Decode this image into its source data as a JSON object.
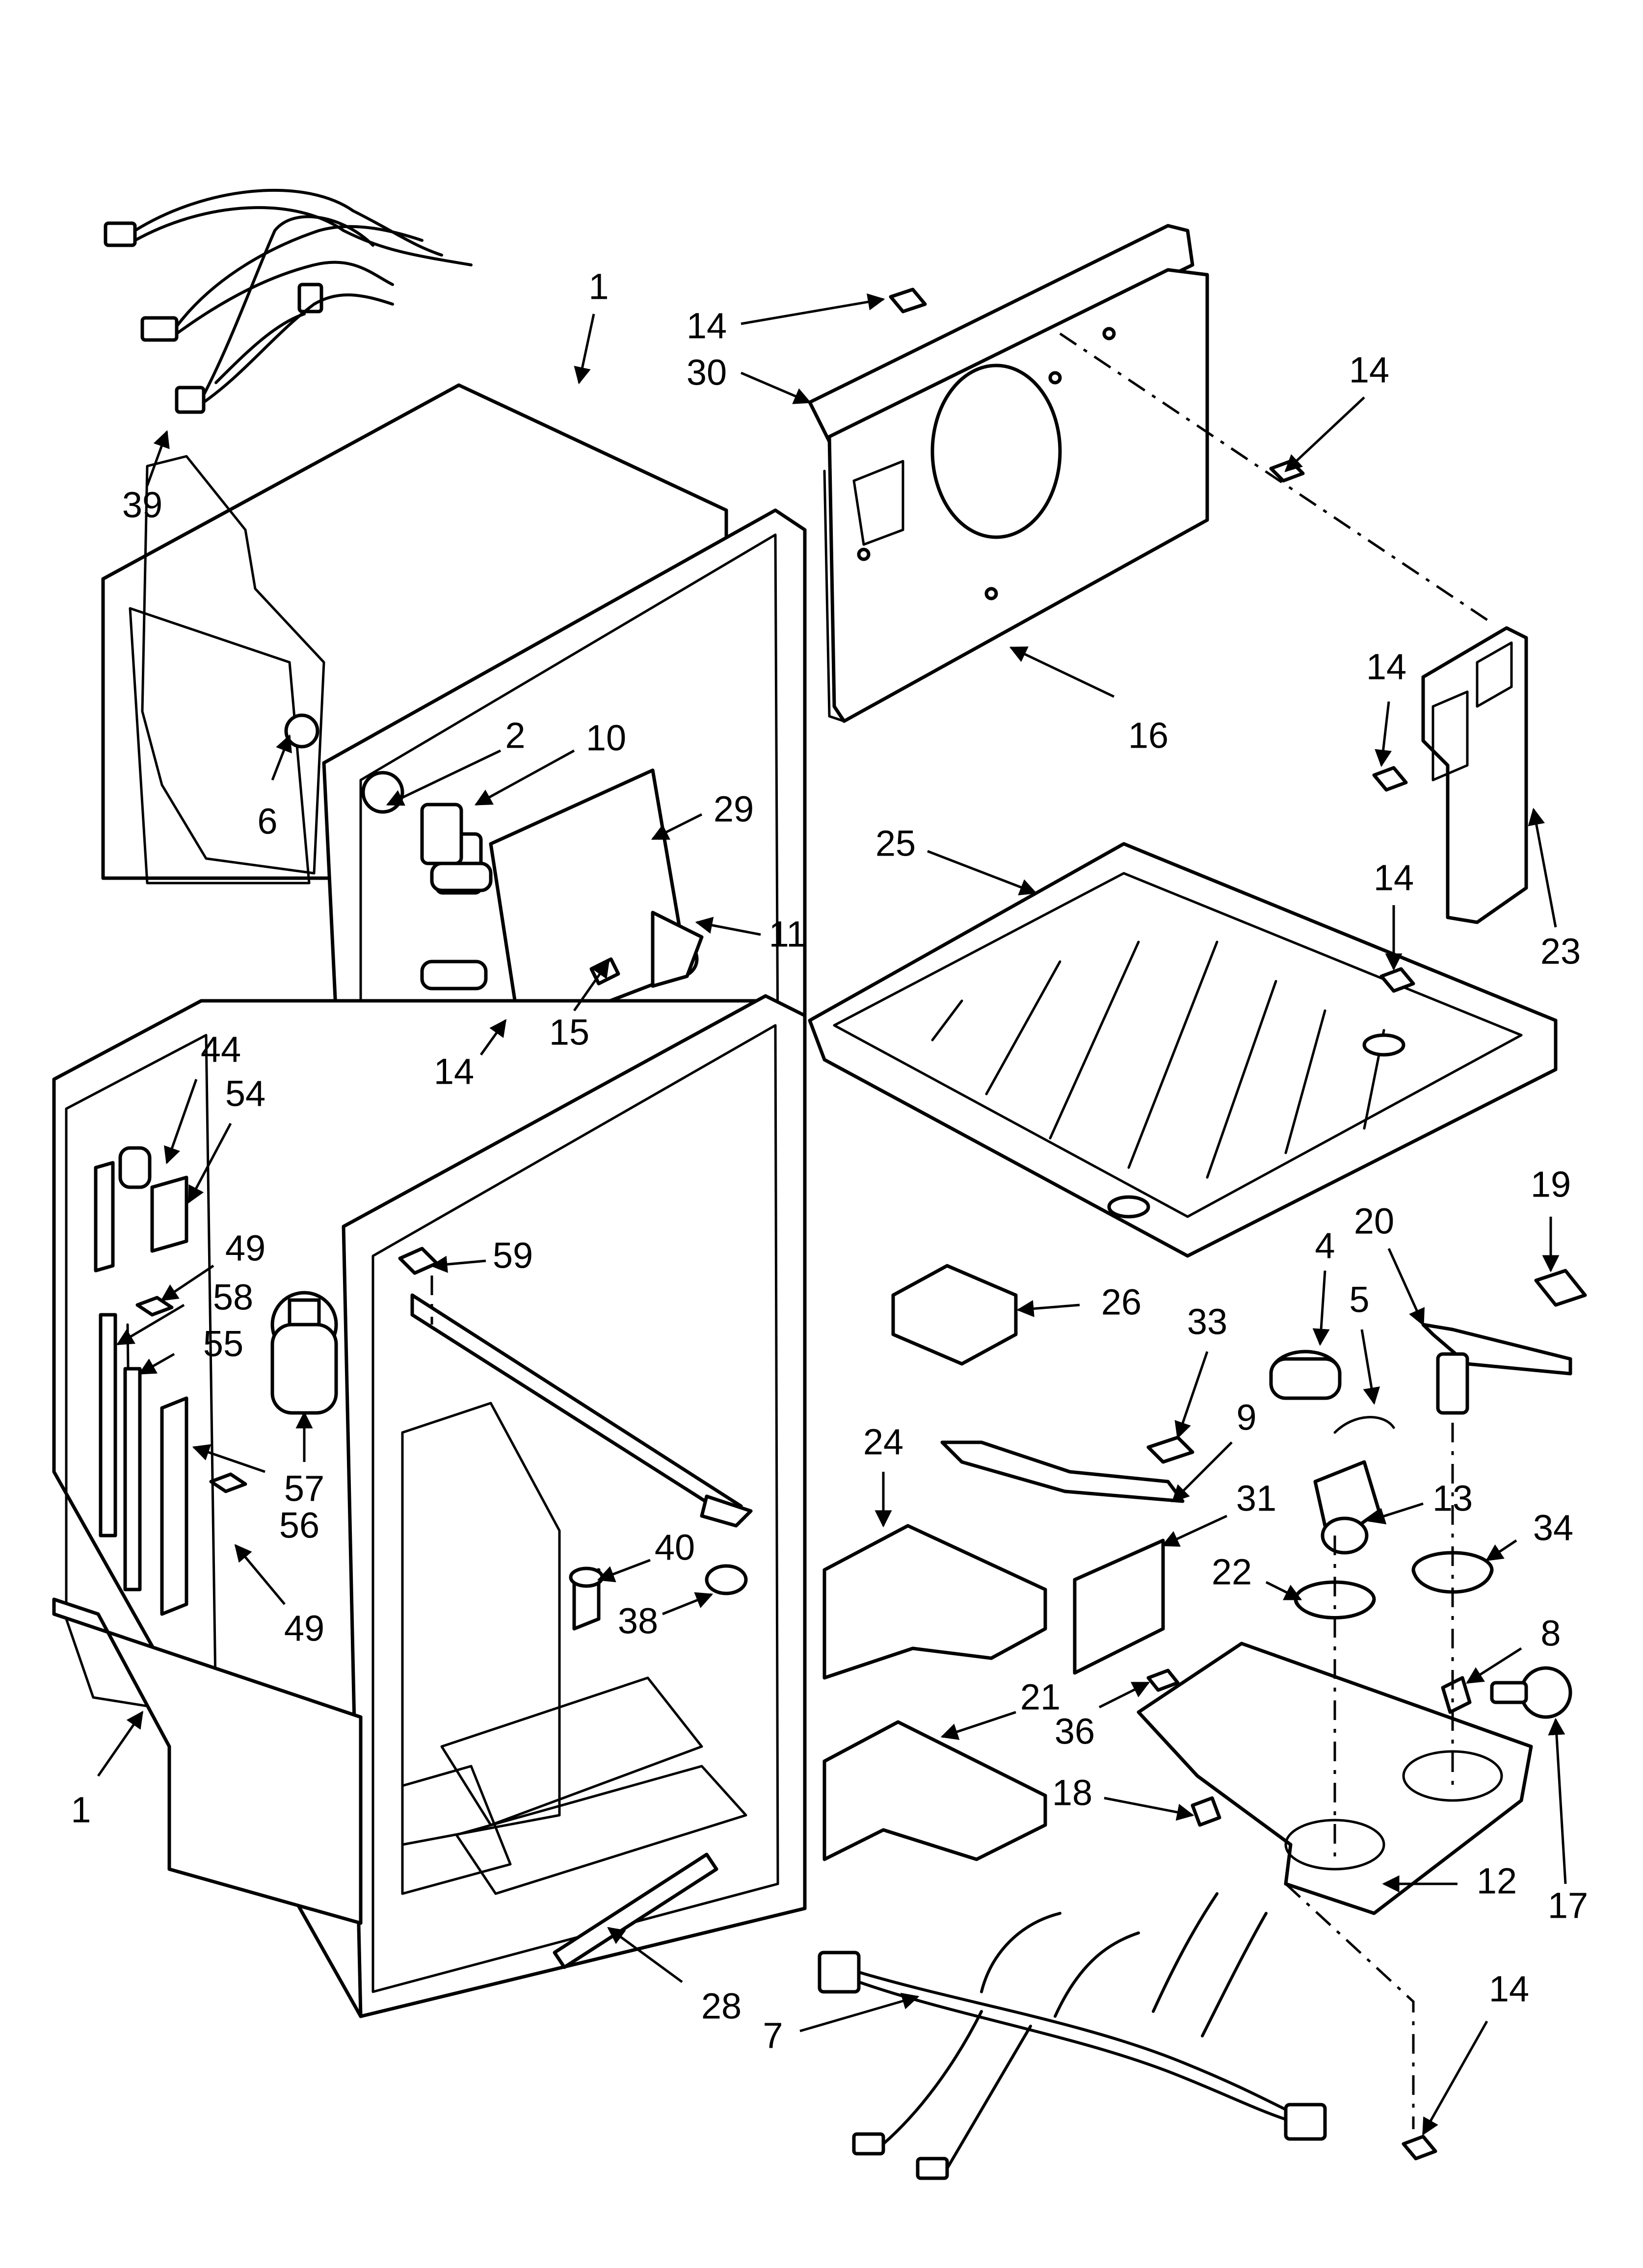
{
  "callouts": [
    "1",
    "14",
    "30",
    "14",
    "39",
    "2",
    "10",
    "29",
    "6",
    "11",
    "15",
    "14",
    "16",
    "14",
    "23",
    "25",
    "14",
    "44",
    "54",
    "49",
    "59",
    "58",
    "55",
    "57",
    "56",
    "49",
    "40",
    "38",
    "1",
    "19",
    "4",
    "20",
    "5",
    "26",
    "33",
    "9",
    "24",
    "31",
    "13",
    "34",
    "22",
    "8",
    "36",
    "21",
    "18",
    "12",
    "17",
    "28",
    "7",
    "14"
  ],
  "line_color": "#000000",
  "background": "#ffffff"
}
